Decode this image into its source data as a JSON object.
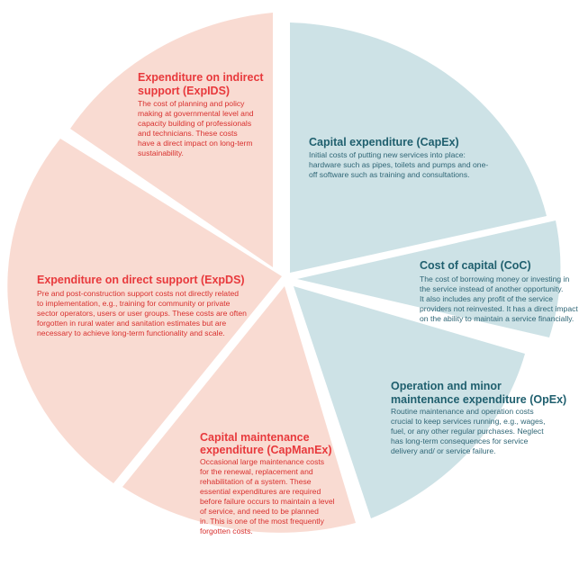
{
  "colors": {
    "blue_segment": "#cde2e6",
    "pink_segment": "#f9dbd2",
    "red_text": "#e8393c",
    "teal_text": "#1f5f6e"
  },
  "segments": [
    {
      "id": "capex",
      "title": [
        "Capital expenditure (CapEx)"
      ],
      "body": [
        "Initial costs of putting new services into place:",
        "hardware such as pipes, toilets and pumps and one-",
        "off software such as training and consultations."
      ]
    },
    {
      "id": "coc",
      "title": [
        "Cost of capital (CoC)"
      ],
      "body": [
        "The cost of borrowing money or investing in",
        "the service instead of another opportunity.",
        "It also includes any profit of the service",
        "providers not reinvested. It has a direct impact",
        "on the ability to maintain a service financially."
      ]
    },
    {
      "id": "opex",
      "title": [
        "Operation and minor",
        "maintenance expenditure (OpEx)"
      ],
      "body": [
        "Routine maintenance and operation costs",
        "crucial to keep services running, e.g., wages,",
        "fuel, or any other regular purchases. Neglect",
        "has long-term consequences for service",
        "delivery and/ or service failure."
      ]
    },
    {
      "id": "capmanex",
      "title": [
        "Capital maintenance",
        "expenditure (CapManEx)"
      ],
      "body": [
        "Occasional large maintenance costs",
        "for the renewal, replacement and",
        "rehabilitation of a system. These",
        "essential expenditures are required",
        "before failure occurs to maintain a level",
        "of service, and need to be planned",
        "in. This is one of the most frequently",
        "forgotten costs."
      ]
    },
    {
      "id": "expds",
      "title": [
        "Expenditure on direct support (ExpDS)"
      ],
      "body": [
        "Pre and post-construction support costs not directly related",
        "to implementation, e.g., training for community or private",
        "sector operators, users or user groups. These costs are often",
        "forgotten in rural water and sanitation estimates but are",
        "necessary to achieve long-term functionality and scale."
      ]
    },
    {
      "id": "expids",
      "title": [
        "Expenditure on indirect",
        "support (ExpIDS)"
      ],
      "body": [
        "The cost of planning and policy",
        "making at governmental level and",
        "capacity building of professionals",
        "and technicians. These costs",
        "have a direct impact on long-term",
        "sustainability."
      ]
    }
  ]
}
